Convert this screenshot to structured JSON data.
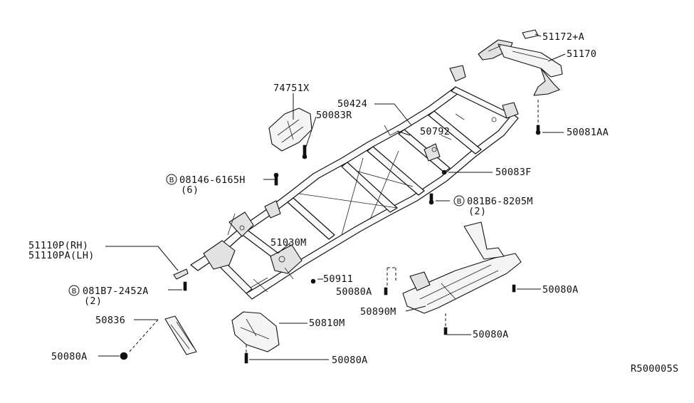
{
  "diagram_code": "R500005S",
  "parts": {
    "p51172": "51172+A",
    "p51170": "51170",
    "p74751": "74751X",
    "p50424": "50424",
    "p50083R": "50083R",
    "p50792": "50792",
    "p50081AA": "50081AA",
    "p50083F": "50083F",
    "p08146": "08146-6165H",
    "p08146_qty": "(6)",
    "p081B6": "081B6-8205M",
    "p081B6_qty": "(2)",
    "p51110P": "51110P(RH)",
    "p51110PA": "51110PA(LH)",
    "p51030M": "51030M",
    "p50911": "50911",
    "p50080A_mid": "50080A",
    "p50080A_right": "50080A",
    "p081B7": "081B7-2452A",
    "p081B7_qty": "(2)",
    "p50890M": "50890M",
    "p50836": "50836",
    "p50810M": "50810M",
    "p50080A_bottom": "50080A",
    "p50080A_left": "50080A",
    "p50080A_lower": "50080A"
  },
  "bolt_marker": "B"
}
